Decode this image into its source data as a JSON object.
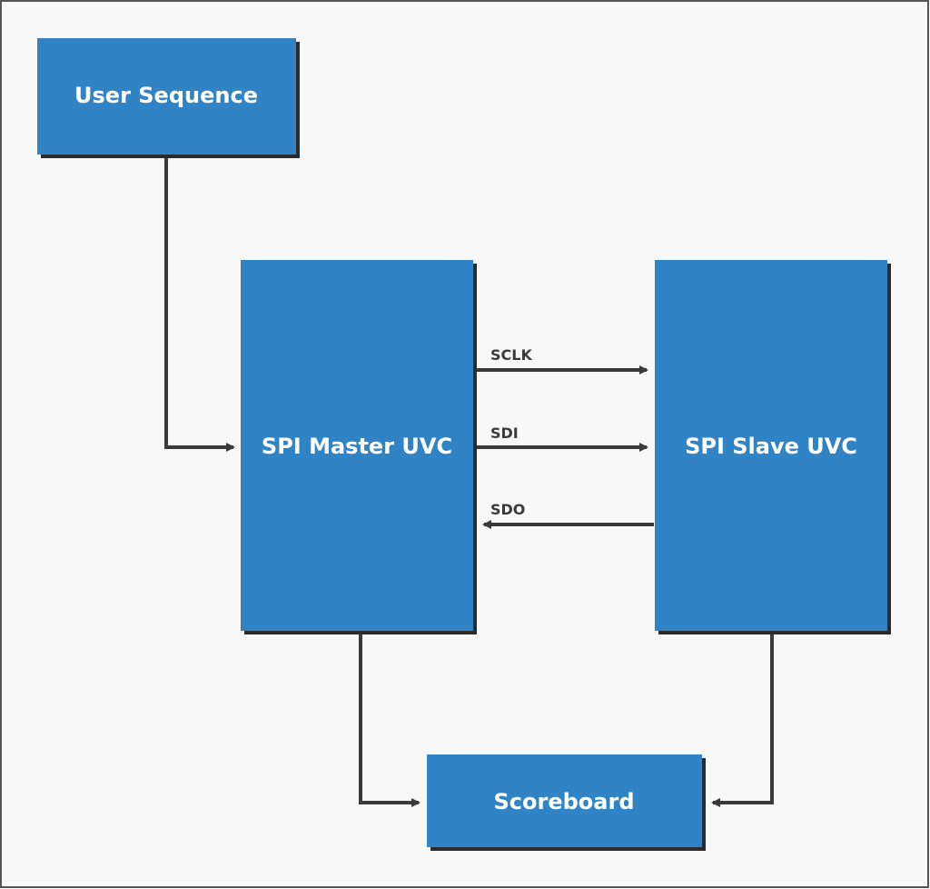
{
  "colors": {
    "background": "#f8f8f8",
    "border": "#555555",
    "box_fill": "#3084c6",
    "box_shadow": "#2b2b2b",
    "text_on_box": "#ffffff",
    "connector": "#3a3a3a"
  },
  "nodes": {
    "user_sequence": "User Sequence",
    "spi_master": "SPI Master UVC",
    "spi_slave": "SPI Slave UVC",
    "scoreboard": "Scoreboard"
  },
  "signals": {
    "sclk": "SCLK",
    "sdi": "SDI",
    "sdo": "SDO"
  }
}
